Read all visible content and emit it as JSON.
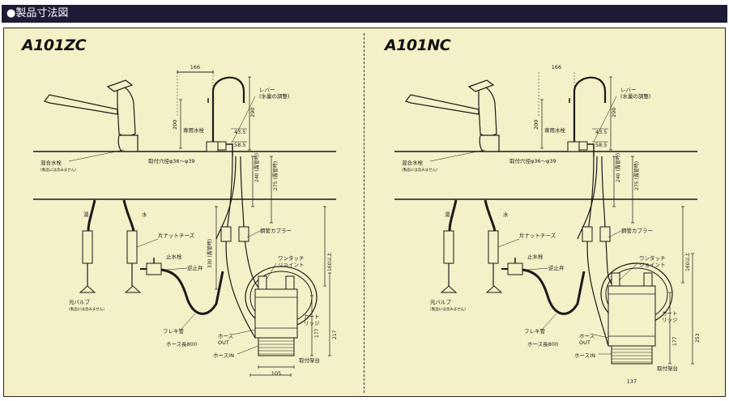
{
  "header": {
    "title": "●製品寸法図"
  },
  "divider": "|",
  "left": {
    "model": "A101ZC",
    "dims": {
      "width_top": "166",
      "h200": "200",
      "h290": "290",
      "h43_5": "43.5",
      "h58_5": "58.5",
      "h240": "240 (露管時)",
      "h275": "275 (露管時)",
      "h330": "330 (露管時)",
      "h160": "160以上",
      "h177": "177",
      "h217": "217",
      "w105": "105"
    },
    "labels": {
      "lever": "レバー\n(水量の調整)",
      "faucet": "専用水栓",
      "mixer": "混合水栓",
      "mixer_note": "(製品には含みません)",
      "hole": "取付穴径φ36～φ39",
      "hot": "湯",
      "cold": "水",
      "coupler": "鋼管カプラー",
      "onetouch": "ワンタッチ\nジョイント",
      "katanut": "片ナットチーズ",
      "stopcock": "止水栓",
      "check_valve": "逆止弁",
      "main_valve": "元バルブ",
      "main_valve_note": "(製品には含みません)",
      "flex": "フレキ管",
      "hose_out": "ホース\nOUT",
      "cartridge": "カート\nリッジ",
      "hose_len": "ホース長800",
      "hose_in": "ホースIN",
      "mount": "取付架台"
    }
  },
  "right": {
    "model": "A101NC",
    "dims": {
      "width_top": "166",
      "h200": "200",
      "h290": "290",
      "h43_5": "43.5",
      "h58_5": "58.5",
      "h240": "240 (露管時)",
      "h275": "275 (露管時)",
      "h160": "160以上",
      "h177": "177",
      "h253": "253",
      "w137": "137"
    },
    "labels": {
      "lever": "レバー\n(水量の調整)",
      "faucet": "専用水栓",
      "mixer": "混合水栓",
      "mixer_note": "(製品には含みません)",
      "hole": "取付穴径φ36～φ39",
      "hot": "湯",
      "cold": "水",
      "coupler": "鋼管カプラー",
      "onetouch": "ワンタッチ\nジョイント",
      "katanut": "片ナットチーズ",
      "stopcock": "止水栓",
      "check_valve": "逆止弁",
      "main_valve": "元バルブ",
      "main_valve_note": "(製品には含みません)",
      "flex": "フレキ管",
      "hose_out": "ホース\nOUT",
      "cartridge": "カート\nリッジ",
      "hose_len": "ホース長800",
      "hose_in": "ホースIN",
      "mount": "取付架台"
    }
  }
}
